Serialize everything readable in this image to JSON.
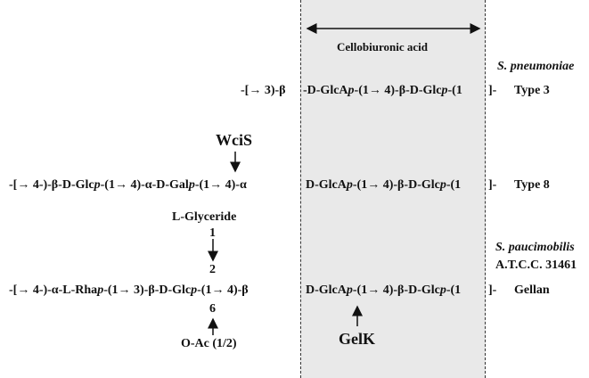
{
  "header": {
    "label": "Cellobiuronic acid"
  },
  "organisms": {
    "pneumoniae": "S. pneumoniae",
    "paucimobilis": "S. paucimobilis",
    "strain": "A.T.C.C. 31461"
  },
  "rows": [
    {
      "left": "",
      "shaded": "-D-GlcAp-(1→ 4)-β-D-Glcp-(1",
      "tail": "]-",
      "type": "Type 3",
      "prefix": "-[→ 3)-β"
    },
    {
      "left": "-[→ 4-)-β-D-Glcp-(1→ 4)-α-D-Galp-(1→ 4)-α",
      "shaded": "D-GlcAp-(1→ 4)-β-D-Glcp-(1",
      "tail": "]-",
      "type": "Type 8"
    },
    {
      "left": "-[→ 4-)-α-L-Rhap-(1→ 3)-β-D-Glcp-(1→ 4)-β",
      "shaded": "D-GlcAp-(1→ 4)-β-D-Glcp-(1",
      "tail": "]-",
      "type": "Gellan"
    }
  ],
  "annotations": {
    "weis": "WciS",
    "gelk": "GelK",
    "glyceride": "L-Glyceride",
    "pos1": "1",
    "pos2": "2",
    "pos6": "6",
    "oac": "O-Ac (1/2)"
  },
  "colors": {
    "shade": "#e9e9e9",
    "ink": "#111111"
  }
}
